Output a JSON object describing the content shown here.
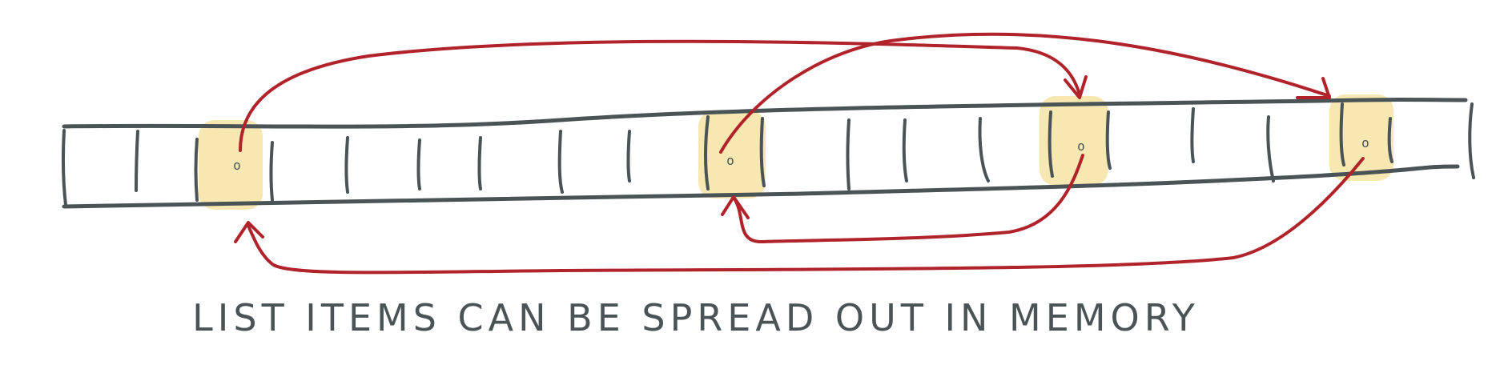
{
  "caption": "LIST ITEMS CAN BE SPREAD OUT IN MEMORY",
  "colors": {
    "memory_stroke": "#4a5456",
    "highlight": "#f7e7b0",
    "pointer": "#b0232a"
  },
  "nodes": [
    {
      "id": "n1",
      "label": "o"
    },
    {
      "id": "n2",
      "label": "o"
    },
    {
      "id": "n3",
      "label": "o"
    },
    {
      "id": "n4",
      "label": "o"
    }
  ]
}
